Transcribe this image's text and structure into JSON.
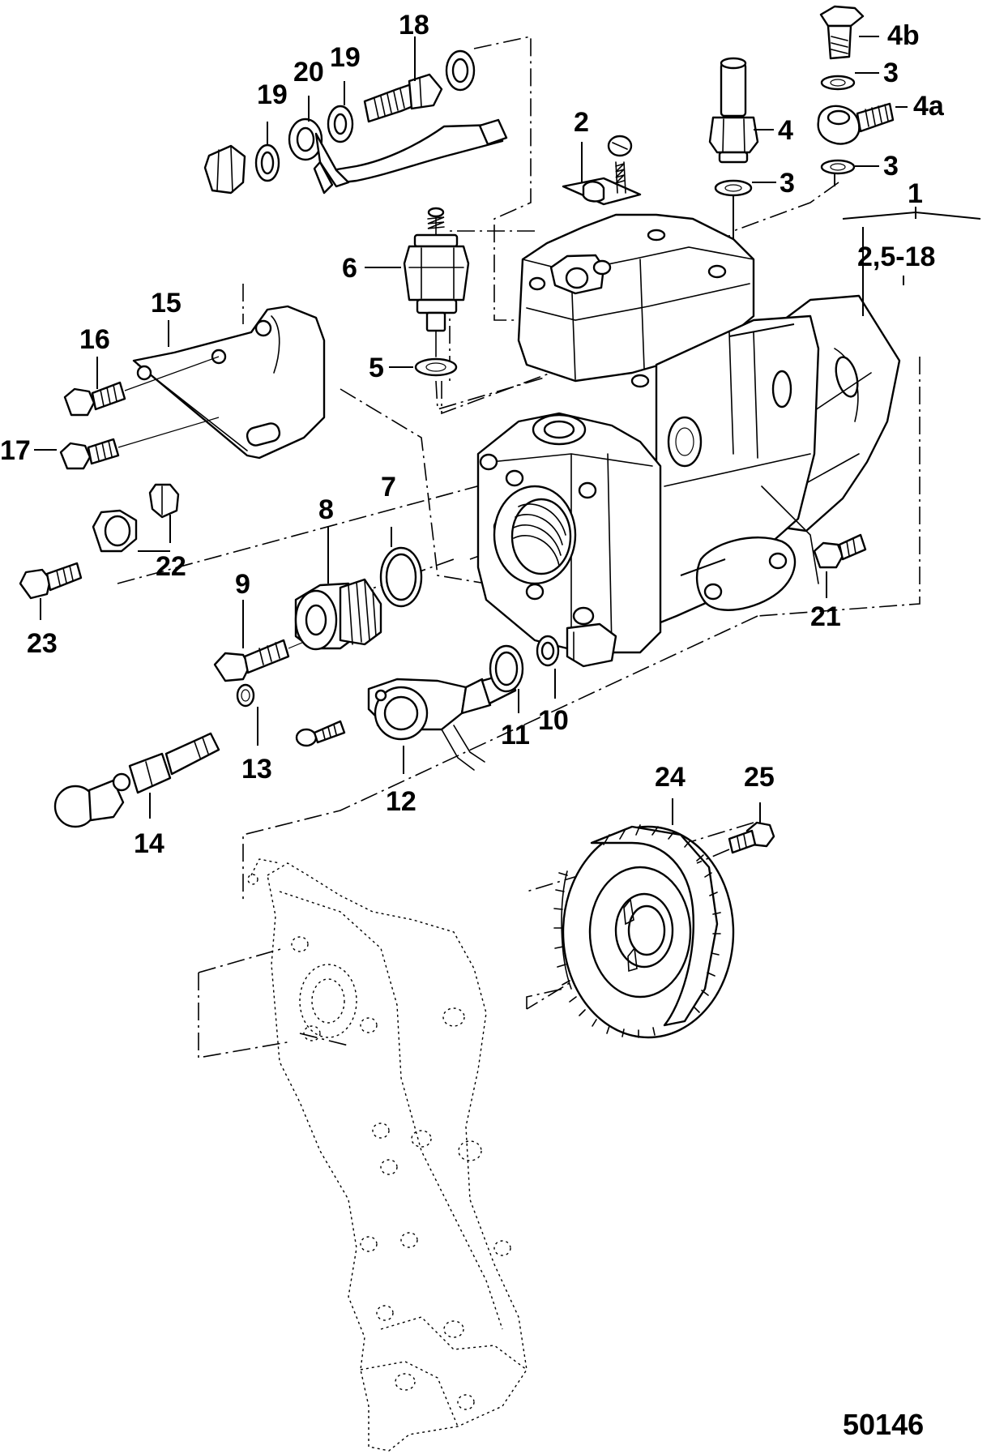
{
  "figure": {
    "number": "50146"
  },
  "callouts": {
    "c1": "1",
    "c1_range": "2,5-18",
    "c2": "2",
    "c3a": "3",
    "c3b": "3",
    "c3c": "3",
    "c4": "4",
    "c4a": "4a",
    "c4b": "4b",
    "c5": "5",
    "c6": "6",
    "c7": "7",
    "c8": "8",
    "c9": "9",
    "c10": "10",
    "c11": "11",
    "c12": "12",
    "c13": "13",
    "c14": "14",
    "c15": "15",
    "c16": "16",
    "c17": "17",
    "c18": "18",
    "c19a": "19",
    "c19b": "19",
    "c20": "20",
    "c21": "21",
    "c22": "22",
    "c23": "23",
    "c24": "24",
    "c25": "25"
  }
}
